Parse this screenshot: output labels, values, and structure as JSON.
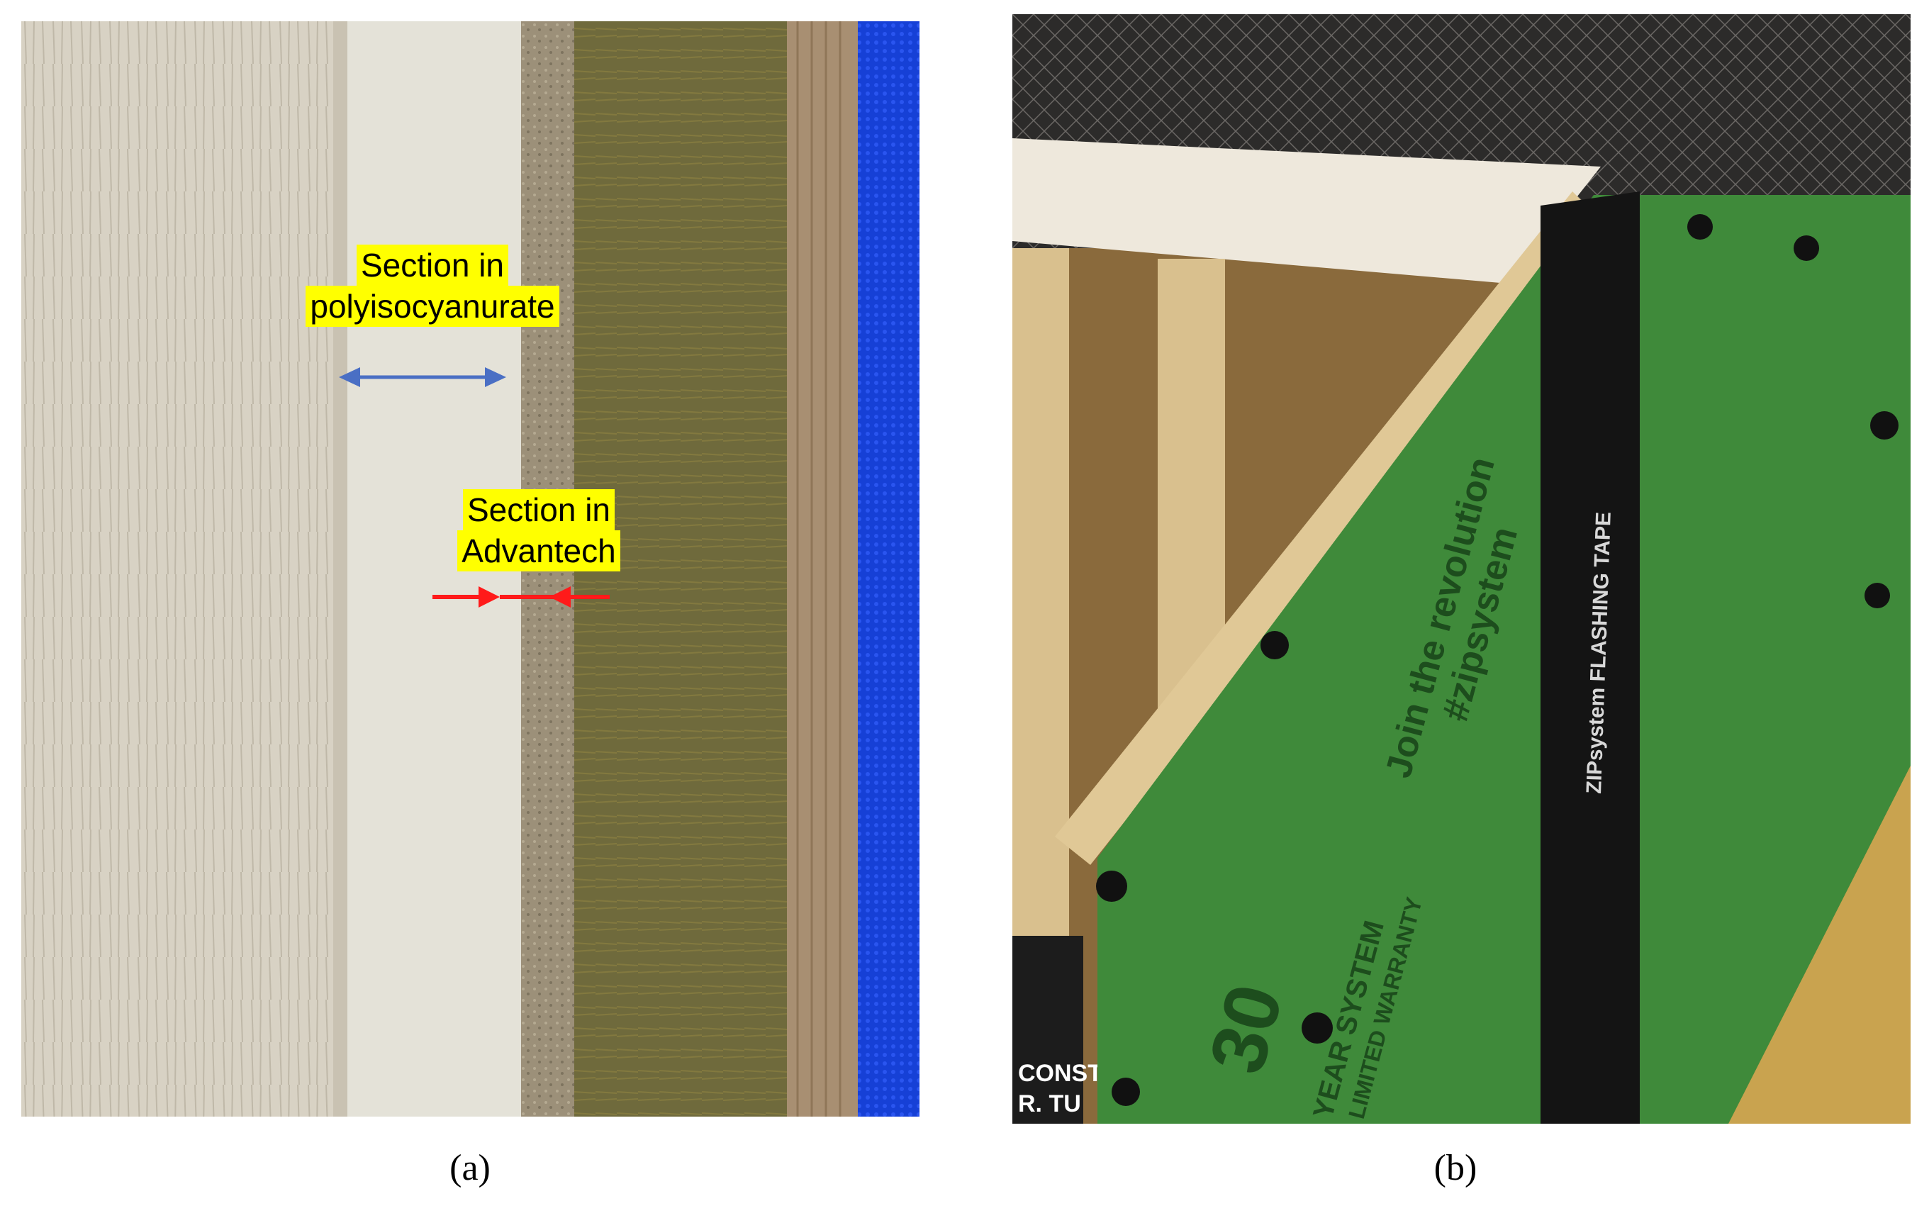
{
  "panels": [
    {
      "label": "(a)",
      "callouts": {
        "polyiso": {
          "line1": "Section in",
          "line2": "polyisocyanurate"
        },
        "advantech": {
          "line1": "Section in",
          "line2": "Advantech"
        }
      },
      "colors": {
        "wood": "#d8d2c4",
        "foam": "#e4e2d8",
        "osb": "#9c9079",
        "mineral_wool": "#6f6a3c",
        "plywood_edge": "#a88f72",
        "blue_background": "#1640d6",
        "blue_arrow": "#4a6fc4",
        "red_arrow": "#ff1a1a",
        "highlight": "#ffff00"
      }
    },
    {
      "label": "(b)",
      "tape_text": "ZIPsystem FLASHING TAPE",
      "sheathing_text": {
        "line1": "Join the revolution",
        "line2": "#zipsystem"
      },
      "warranty_text": {
        "number": "30",
        "line1": "YEAR SYSTEM",
        "line2": "LIMITED WARRANTY"
      },
      "sign_text": {
        "line1": "CONST",
        "line2": "R. TU"
      },
      "colors": {
        "green_panel": "#3f8a3a",
        "black_tape": "#141414",
        "stud": "#d9c08e",
        "foam_top": "#eee8dc",
        "brown_back": "#8a6a3c"
      }
    }
  ]
}
